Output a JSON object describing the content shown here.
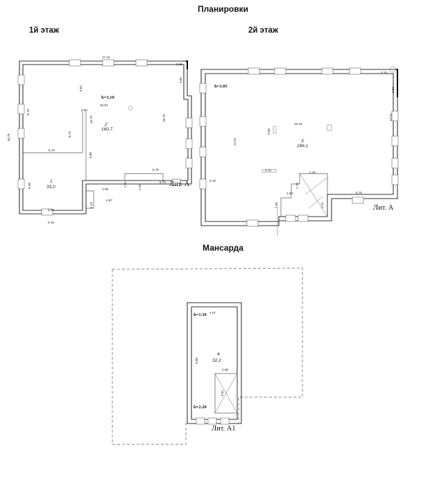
{
  "headings": {
    "main": "Планировки",
    "floor1": "1й этаж",
    "floor2": "2й этаж",
    "attic": "Мансарда"
  },
  "floor1": {
    "lit": "Лит. А",
    "height": "h=3,10",
    "rooms": [
      {
        "number": "2",
        "area": "160.7"
      },
      {
        "number": "1",
        "area": "33.0"
      }
    ],
    "dims": [
      "17.16",
      "2.15",
      "3.60",
      "4.62",
      "15.91",
      "0.50",
      "8.76",
      "16.75",
      "6.74",
      "10.70",
      "5.70",
      "8.80",
      "16.70",
      "5.75",
      "5.74",
      "4.09",
      "2.01",
      "2.01",
      "4.67",
      "6.05",
      "5.59",
      "2.24",
      "6.19"
    ]
  },
  "floor2": {
    "lit": "Лит. А",
    "height": "h=3.05",
    "rooms": [
      {
        "number": "3",
        "area": "186.1"
      }
    ],
    "dims": [
      "2.15",
      "3.60",
      "16.15",
      "0.90",
      "12.91",
      "10.50",
      "0.70",
      "0.70",
      "2.25",
      "1.76",
      "1.90",
      "2.01",
      "5.75",
      "2.50"
    ]
  },
  "attic": {
    "lit": "Лит. А1",
    "height_top": "h=1.50",
    "height_bottom": "h=2.20",
    "room": {
      "number": "4",
      "area": "32.2"
    },
    "dims": [
      "4.07",
      "9.90",
      "2.08",
      "3.92"
    ]
  },
  "colors": {
    "line": "#333333",
    "background": "#ffffff"
  }
}
